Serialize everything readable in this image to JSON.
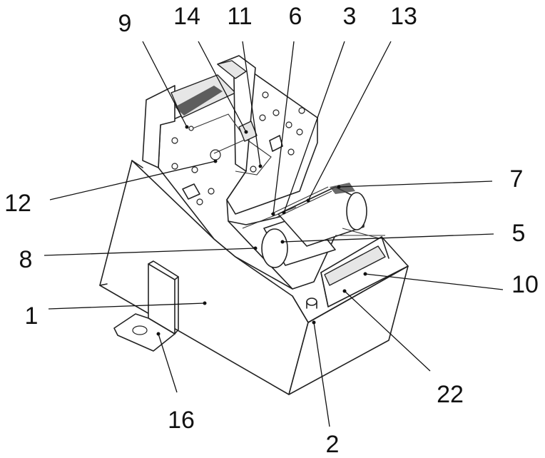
{
  "figure": {
    "labels": {
      "l1": "1",
      "l2": "2",
      "l3": "3",
      "l5": "5",
      "l6": "6",
      "l7": "7",
      "l8": "8",
      "l9": "9",
      "l10": "10",
      "l11": "11",
      "l12": "12",
      "l13": "13",
      "l14": "14",
      "l16": "16",
      "l22": "22"
    }
  }
}
